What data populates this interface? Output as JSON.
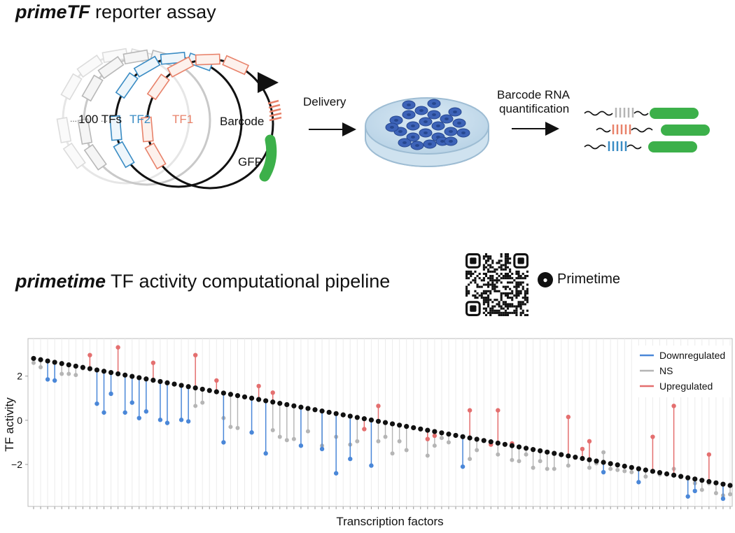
{
  "assay_title": {
    "bold": "primeTF",
    "rest": " reporter assay"
  },
  "pipeline_title": {
    "bold": "primetime",
    "rest": " TF activity computational pipeline"
  },
  "plasmid": {
    "tfs_label": "100 TFs",
    "dots1": "...",
    "dots2": "...",
    "tf2_label": "TF2",
    "tf1_label": "TF1",
    "barcode_label": "Barcode",
    "gfp_label": "GFP"
  },
  "steps": {
    "delivery": "Delivery",
    "quant_line1": "Barcode RNA",
    "quant_line2": "quantification"
  },
  "github": {
    "label": "Primetime",
    "icon": "github-icon"
  },
  "colors": {
    "blue": "#4a87d8",
    "orange": "#e8826a",
    "red": "#e46f6f",
    "gray": "#b5b5b5",
    "green": "#3cb04a",
    "black": "#111111"
  },
  "chart_data": {
    "type": "scatter",
    "xlabel": "Transcription factors",
    "ylabel": "TF activity",
    "ylim": [
      -3.9,
      3.7
    ],
    "yticks": [
      2,
      0,
      -2
    ],
    "ytick_labels": [
      "2",
      "0",
      "−2"
    ],
    "legend_position": "top-right",
    "legend": [
      {
        "name": "Downregulated",
        "color": "#4a87d8"
      },
      {
        "name": "NS",
        "color": "#b5b5b5"
      },
      {
        "name": "Upregulated",
        "color": "#e46f6f"
      }
    ],
    "n_factors": 100,
    "series": [
      {
        "name": "Downregulated",
        "points": [
          [
            2,
            1.85
          ],
          [
            3,
            1.8
          ],
          [
            9,
            0.75
          ],
          [
            10,
            0.35
          ],
          [
            11,
            1.2
          ],
          [
            13,
            0.35
          ],
          [
            14,
            0.8
          ],
          [
            15,
            0.1
          ],
          [
            16,
            0.4
          ],
          [
            18,
            0.02
          ],
          [
            19,
            -0.12
          ],
          [
            21,
            0.02
          ],
          [
            22,
            -0.05
          ],
          [
            27,
            -1.0
          ],
          [
            31,
            -0.55
          ],
          [
            33,
            -1.5
          ],
          [
            38,
            -1.15
          ],
          [
            41,
            -1.3
          ],
          [
            43,
            -2.4
          ],
          [
            45,
            -1.75
          ],
          [
            48,
            -2.05
          ],
          [
            61,
            -2.1
          ],
          [
            81,
            -2.35
          ],
          [
            86,
            -2.8
          ],
          [
            93,
            -3.45
          ],
          [
            94,
            -3.2
          ],
          [
            98,
            -3.55
          ]
        ]
      },
      {
        "name": "Upregulated",
        "points": [
          [
            8,
            2.95
          ],
          [
            12,
            3.3
          ],
          [
            17,
            2.6
          ],
          [
            23,
            2.95
          ],
          [
            26,
            1.8
          ],
          [
            32,
            1.55
          ],
          [
            34,
            1.25
          ],
          [
            47,
            -0.4
          ],
          [
            49,
            0.65
          ],
          [
            56,
            -0.85
          ],
          [
            57,
            -0.7
          ],
          [
            62,
            0.45
          ],
          [
            65,
            -1.1
          ],
          [
            66,
            0.45
          ],
          [
            68,
            -1.05
          ],
          [
            76,
            0.15
          ],
          [
            78,
            -1.3
          ],
          [
            79,
            -0.95
          ],
          [
            88,
            -0.75
          ],
          [
            91,
            0.65
          ],
          [
            96,
            -1.55
          ]
        ]
      }
    ],
    "ns": [
      2.6,
      2.4,
      null,
      null,
      2.1,
      2.1,
      2.05,
      2.35,
      null,
      null,
      null,
      null,
      null,
      null,
      null,
      null,
      null,
      null,
      null,
      null,
      null,
      null,
      null,
      0.65,
      0.8,
      null,
      null,
      0.1,
      -0.3,
      -0.35,
      null,
      null,
      null,
      null,
      -0.45,
      -0.75,
      -0.9,
      -0.85,
      null,
      -0.5,
      null,
      -1.15,
      null,
      -0.75,
      null,
      -1.1,
      -0.95,
      null,
      null,
      -0.95,
      -0.75,
      -1.5,
      -0.95,
      -1.35,
      null,
      null,
      -1.6,
      -1.15,
      -0.8,
      -1.0,
      null,
      null,
      -1.75,
      -1.35,
      null,
      null,
      -1.55,
      null,
      -1.8,
      -1.85,
      -1.55,
      -2.15,
      -1.85,
      -2.2,
      -2.2,
      null,
      -2.05,
      null,
      null,
      -2.15,
      -1.95,
      -1.45,
      -2.2,
      -2.25,
      -2.3,
      -2.35,
      null,
      -2.55,
      null,
      -2.45,
      null,
      -2.2,
      -2.55,
      -2.65,
      -2.85,
      -3.15,
      -2.85,
      -3.3,
      -3.4,
      -3.35
    ],
    "median_start": 2.8,
    "median_end": -2.95
  }
}
